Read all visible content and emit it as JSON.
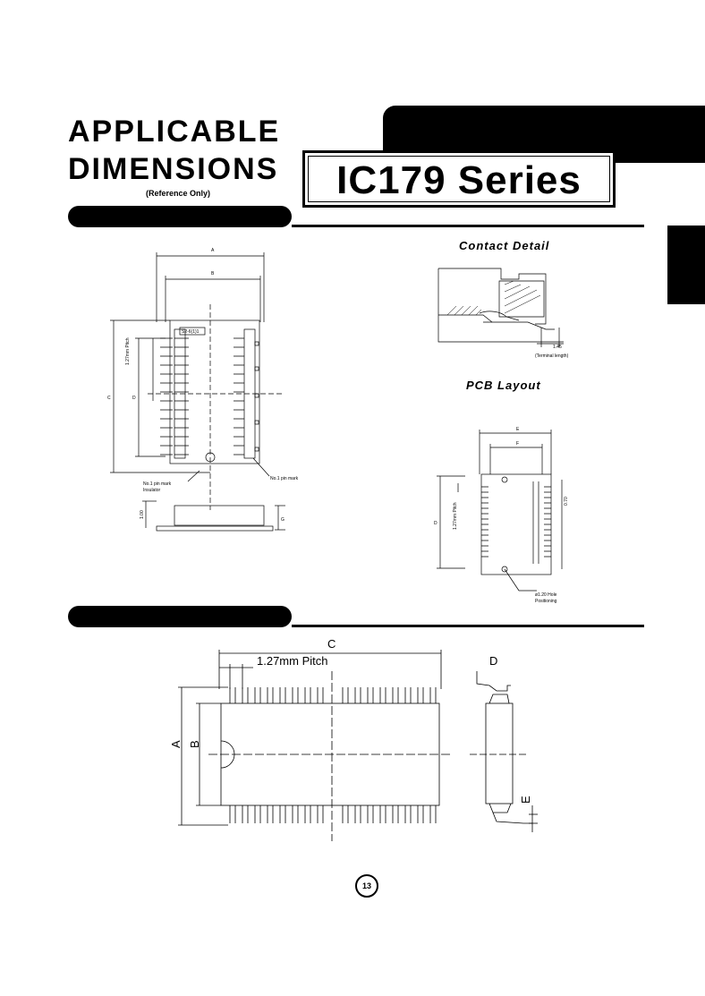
{
  "header": {
    "title_line1": "APPLICABLE",
    "title_line2": "DIMENSIONS",
    "subtitle": "(Reference Only)",
    "series": "IC179 Series"
  },
  "sections": {
    "contact_detail": "Contact Detail",
    "pcb_layout": "PCB Layout"
  },
  "socket_drawing": {
    "dim_a": "A",
    "dim_b": "B",
    "dim_c": "C",
    "dim_d": "D",
    "dim_g": "G",
    "pitch": "1.27mm Pitch",
    "height": "1.00",
    "pin_mark_left": "No.1 pin mark",
    "insulator": "Insulator",
    "pin_mark_right": "No.1 pin mark",
    "part_mark": "S2-6(1)1"
  },
  "contact_detail": {
    "value": "1.45",
    "note": "(Terminal length)"
  },
  "pcb_layout": {
    "dim_e": "E",
    "dim_f": "F",
    "dim_d": "D",
    "pitch": "1.27mm Pitch",
    "side_label": "0.70",
    "hole": "ø1.20 Hole",
    "hole_note": "Positioning"
  },
  "ic_drawing": {
    "dim_c": "C",
    "pitch": "1.27mm Pitch",
    "dim_a": "A",
    "dim_b": "B",
    "dim_d": "D",
    "dim_e": "E"
  },
  "footer": {
    "page_number": "13"
  }
}
